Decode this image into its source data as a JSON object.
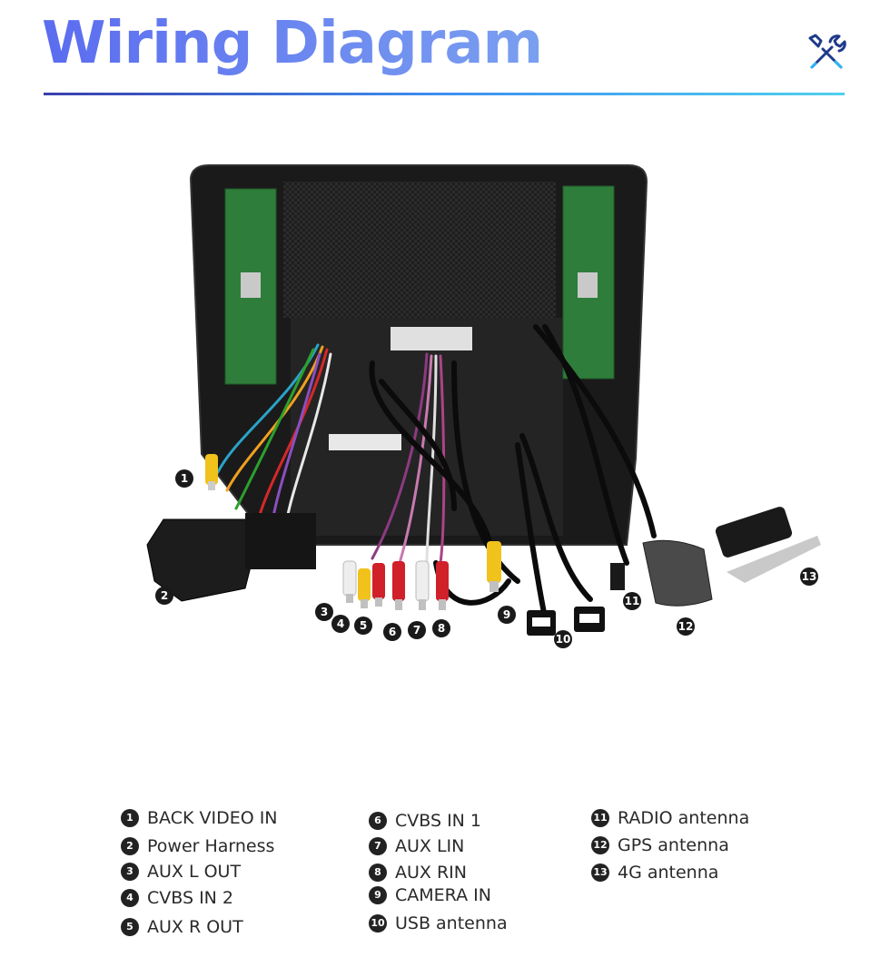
{
  "header": {
    "title": "Wiring Diagram",
    "icon": "tools-icon"
  },
  "callouts": [
    {
      "num": "1",
      "label": "BACK VIDEO IN"
    },
    {
      "num": "2",
      "label": "Power Harness"
    },
    {
      "num": "3",
      "label": "AUX L OUT"
    },
    {
      "num": "4",
      "label": "CVBS IN 2"
    },
    {
      "num": "5",
      "label": "AUX R OUT"
    },
    {
      "num": "6",
      "label": "CVBS IN 1"
    },
    {
      "num": "7",
      "label": "AUX LIN"
    },
    {
      "num": "8",
      "label": "AUX RIN"
    },
    {
      "num": "9",
      "label": "CAMERA IN"
    },
    {
      "num": "10",
      "label": "USB antenna"
    },
    {
      "num": "11",
      "label": "RADIO antenna"
    },
    {
      "num": "12",
      "label": "GPS antenna"
    },
    {
      "num": "13",
      "label": "4G antenna"
    }
  ],
  "colors": {
    "title_start": "#5b6cf0",
    "title_end": "#7aa0f0",
    "rule_start": "#3a3fae",
    "rule_end": "#4fd0ee",
    "pcb": "#2e7d3a",
    "rca_yellow": "#f1c21b",
    "rca_red": "#d0202a",
    "rca_white": "#eeeeee"
  }
}
